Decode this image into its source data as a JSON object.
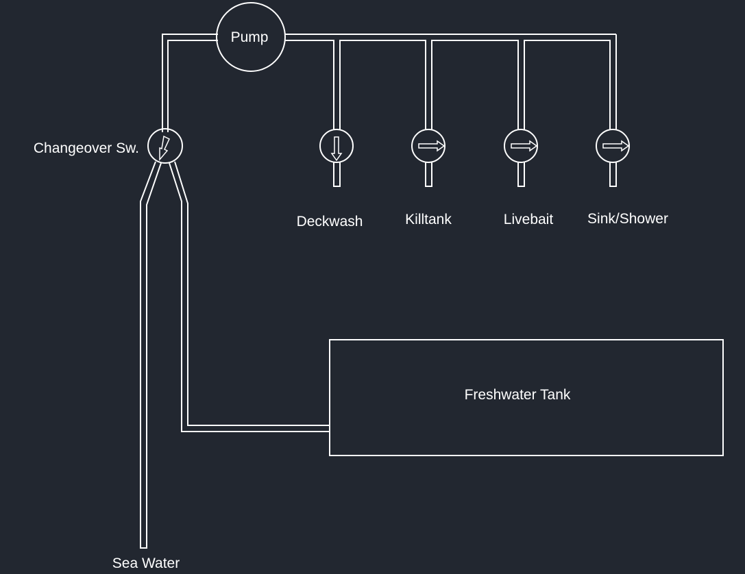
{
  "components": {
    "pump": "Pump",
    "changeover": "Changeover Sw.",
    "tank": "Freshwater Tank",
    "sea": "Sea Water"
  },
  "outlets": [
    {
      "label": "Deckwash",
      "arrow": "down-arrow-icon"
    },
    {
      "label": "Killtank",
      "arrow": "right-arrow-icon"
    },
    {
      "label": "Livebait",
      "arrow": "right-arrow-icon"
    },
    {
      "label": "Sink/Shower",
      "arrow": "right-arrow-icon"
    }
  ],
  "colors": {
    "background": "#222730",
    "line": "#ffffff"
  }
}
